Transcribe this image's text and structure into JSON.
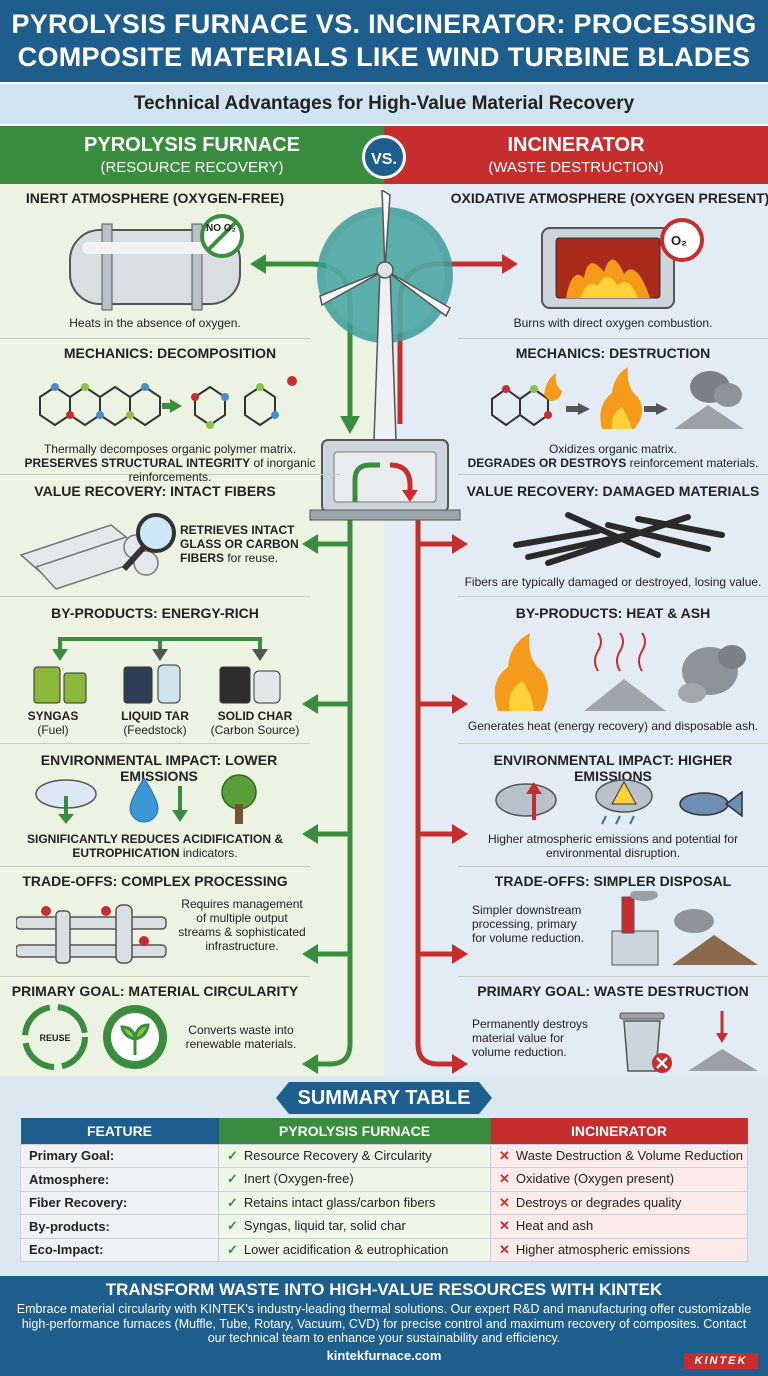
{
  "header": {
    "title_line1": "PYROLYSIS FURNACE VS. INCINERATOR: PROCESSING",
    "title_line2": "COMPOSITE MATERIALS LIKE WIND TURBINE BLADES",
    "subtitle": "Technical Advantages for High-Value Material Recovery"
  },
  "pyrolysis": {
    "title": "PYROLYSIS FURNACE",
    "subtitle": "(RESOURCE RECOVERY)",
    "sections": [
      {
        "title": "INERT ATMOSPHERE (OXYGEN-FREE)",
        "text": "Heats in the absence of oxygen.",
        "badge": "NO O₂"
      },
      {
        "title": "MECHANICS: DECOMPOSITION",
        "text1": "Thermally decomposes organic polymer matrix.",
        "text2_bold": "PRESERVES STRUCTURAL INTEGRITY",
        "text2_rest": " of inorganic reinforcements."
      },
      {
        "title": "VALUE RECOVERY: INTACT FIBERS",
        "text_bold": "RETRIEVES INTACT GLASS OR CARBON FIBERS",
        "text_rest": " for reuse."
      },
      {
        "title": "BY-PRODUCTS: ENERGY-RICH",
        "items": [
          {
            "name": "SYNGAS",
            "desc": "(Fuel)"
          },
          {
            "name": "LIQUID TAR",
            "desc": "(Feedstock)"
          },
          {
            "name": "SOLID CHAR",
            "desc": "(Carbon Source)"
          }
        ]
      },
      {
        "title": "ENVIRONMENTAL IMPACT: LOWER EMISSIONS",
        "text_bold": "SIGNIFICANTLY REDUCES ACIDIFICATION & EUTROPHICATION",
        "text_rest": " indicators."
      },
      {
        "title": "TRADE-OFFS: COMPLEX PROCESSING",
        "text": "Requires management of multiple output streams & sophisticated infrastructure."
      },
      {
        "title": "PRIMARY GOAL: MATERIAL CIRCULARITY",
        "text": "Converts waste into renewable materials.",
        "badge": "REUSE"
      }
    ]
  },
  "incinerator": {
    "title": "INCINERATOR",
    "subtitle": "(WASTE DESTRUCTION)",
    "sections": [
      {
        "title": "OXIDATIVE ATMOSPHERE (OXYGEN PRESENT)",
        "text": "Burns with direct oxygen combustion.",
        "badge": "O₂"
      },
      {
        "title": "MECHANICS: DESTRUCTION",
        "text1": "Oxidizes organic matrix.",
        "text2_bold": "DEGRADES OR DESTROYS",
        "text2_rest": " reinforcement materials."
      },
      {
        "title": "VALUE RECOVERY: DAMAGED MATERIALS",
        "text": "Fibers are typically damaged or destroyed, losing value."
      },
      {
        "title": "BY-PRODUCTS: HEAT & ASH",
        "text": "Generates heat (energy recovery) and disposable ash."
      },
      {
        "title": "ENVIRONMENTAL IMPACT: HIGHER EMISSIONS",
        "text": "Higher atmospheric emissions and potential for environmental disruption."
      },
      {
        "title": "TRADE-OFFS: SIMPLER DISPOSAL",
        "text": "Simpler downstream processing, primary for volume reduction."
      },
      {
        "title": "PRIMARY GOAL: WASTE DESTRUCTION",
        "text": "Permanently destroys material value for volume reduction."
      }
    ]
  },
  "vs_label": "VS.",
  "summary": {
    "title": "SUMMARY TABLE",
    "headers": [
      "FEATURE",
      "PYROLYSIS FURNACE",
      "INCINERATOR"
    ],
    "rows": [
      {
        "feature": "Primary Goal:",
        "pyro": "Resource Recovery & Circularity",
        "inc": "Waste Destruction & Volume Reduction"
      },
      {
        "feature": "Atmosphere:",
        "pyro": "Inert (Oxygen-free)",
        "inc": "Oxidative (Oxygen present)"
      },
      {
        "feature": "Fiber Recovery:",
        "pyro": "Retains intact glass/carbon fibers",
        "inc": "Destroys or degrades quality"
      },
      {
        "feature": "By-products:",
        "pyro": "Syngas, liquid tar, solid char",
        "inc": "Heat and ash"
      },
      {
        "feature": "Eco-Impact:",
        "pyro": "Lower acidification & eutrophication",
        "inc": "Higher atmospheric emissions"
      }
    ]
  },
  "footer": {
    "title": "TRANSFORM WASTE INTO HIGH-VALUE RESOURCES WITH KINTEK",
    "body": "Embrace material circularity with KINTEK's industry-leading thermal solutions. Our expert R&D and manufacturing offer customizable high-performance furnaces (Muffle, Tube, Rotary, Vacuum, CVD) for precise control and maximum recovery of composites. Contact our technical team to enhance your sustainability and efficiency.",
    "url": "kintekfurnace.com",
    "brand": "KINTEK"
  },
  "colors": {
    "header": "#1d5e8c",
    "pyrolysis": "#3a8d3e",
    "incinerator": "#c62e2e"
  }
}
